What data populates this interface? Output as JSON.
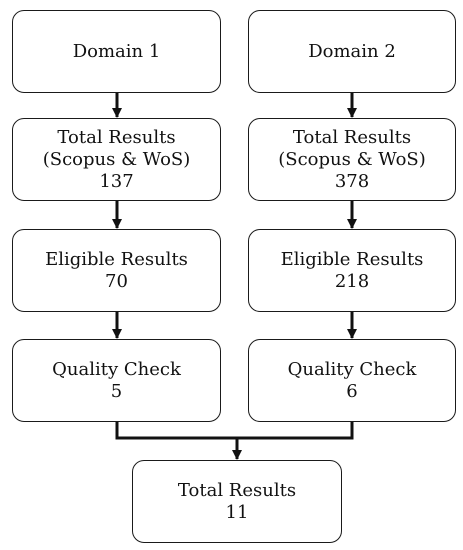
{
  "nodes": {
    "domain_1": {
      "lines": [
        "Domain 1"
      ]
    },
    "domain_2": {
      "lines": [
        "Domain 2"
      ]
    },
    "total_1": {
      "lines": [
        "Total Results",
        "(Scopus & WoS)",
        "137"
      ]
    },
    "total_2": {
      "lines": [
        "Total Results",
        "(Scopus & WoS)",
        "378"
      ]
    },
    "eligible_1": {
      "lines": [
        "Eligible Results",
        "70"
      ]
    },
    "eligible_2": {
      "lines": [
        "Eligible Results",
        "218"
      ]
    },
    "quality_1": {
      "lines": [
        "Quality Check",
        "5"
      ]
    },
    "quality_2": {
      "lines": [
        "Quality Check",
        "6"
      ]
    },
    "final": {
      "lines": [
        "Total Results",
        "11"
      ]
    }
  },
  "edges": [
    {
      "from": "domain_1",
      "to": "total_1"
    },
    {
      "from": "total_1",
      "to": "eligible_1"
    },
    {
      "from": "eligible_1",
      "to": "quality_1"
    },
    {
      "from": "domain_2",
      "to": "total_2"
    },
    {
      "from": "total_2",
      "to": "eligible_2"
    },
    {
      "from": "eligible_2",
      "to": "quality_2"
    },
    {
      "from": "quality_1",
      "to": "final"
    },
    {
      "from": "quality_2",
      "to": "final"
    }
  ],
  "colors": {
    "stroke": "#1a1a1a",
    "fill": "#ffffff",
    "text": "#111111"
  }
}
